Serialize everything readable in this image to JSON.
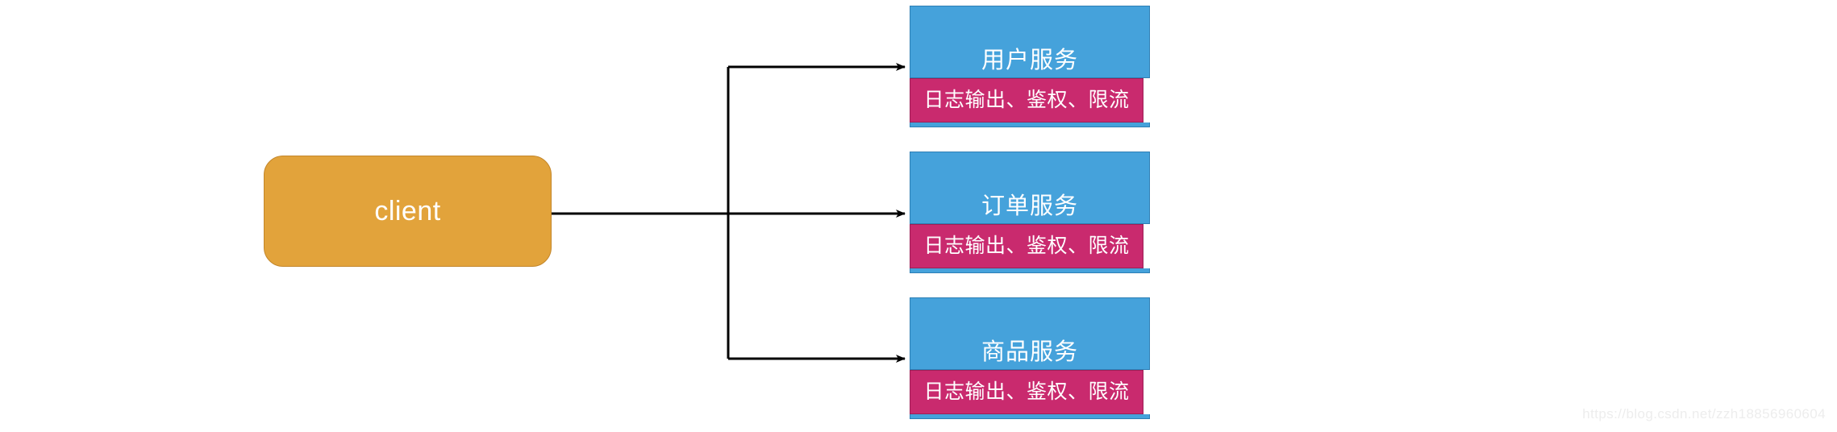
{
  "diagram": {
    "title": "client to microservices with cross-cutting concerns",
    "background_color": "#FFFFFF",
    "client": {
      "label": "client",
      "fill_color": "#E2A33B",
      "stroke_color": "#C3862A",
      "text_color": "#FFFFFF",
      "shape": "rounded-rectangle"
    },
    "services": [
      {
        "id": "user-service",
        "name": "用户服务",
        "concerns": "日志输出、鉴权、限流",
        "head_color": "#45A2DB",
        "band_color": "#C92A6E"
      },
      {
        "id": "order-service",
        "name": "订单服务",
        "concerns": "日志输出、鉴权、限流",
        "head_color": "#45A2DB",
        "band_color": "#C92A6E"
      },
      {
        "id": "product-service",
        "name": "商品服务",
        "concerns": "日志输出、鉴权、限流",
        "head_color": "#45A2DB",
        "band_color": "#C92A6E"
      }
    ],
    "connectors": {
      "style": "orthogonal-arrow",
      "stroke_color": "#000000",
      "arrowhead": "filled-triangle",
      "count": 3
    },
    "watermark": {
      "text": "https://blog.csdn.net/zzh18856960604",
      "color": "#EDEDED"
    }
  }
}
